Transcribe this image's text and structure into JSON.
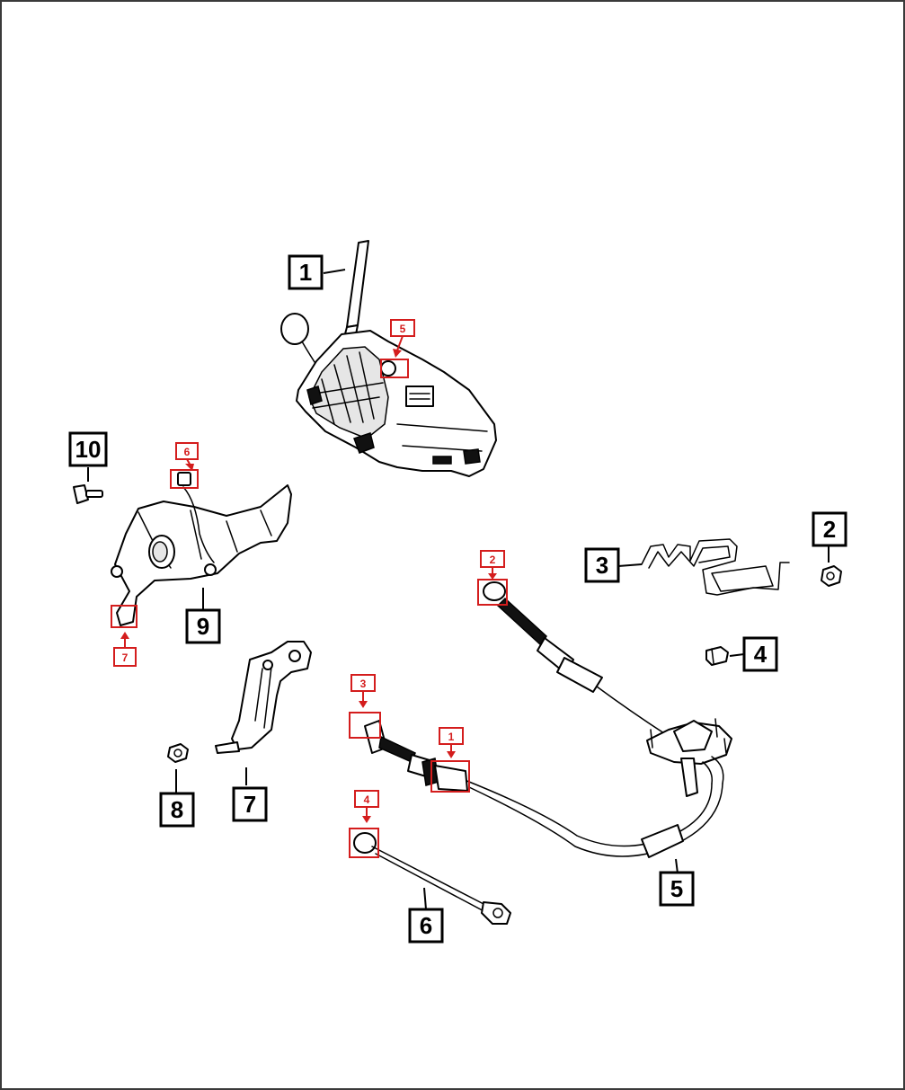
{
  "diagram": {
    "callouts": [
      {
        "id": "c1",
        "label": "1"
      },
      {
        "id": "c2",
        "label": "2"
      },
      {
        "id": "c3",
        "label": "3"
      },
      {
        "id": "c4",
        "label": "4"
      },
      {
        "id": "c5",
        "label": "5"
      },
      {
        "id": "c6",
        "label": "6"
      },
      {
        "id": "c7",
        "label": "7"
      },
      {
        "id": "c8",
        "label": "8"
      },
      {
        "id": "c9",
        "label": "9"
      },
      {
        "id": "c10",
        "label": "10"
      }
    ],
    "markers": [
      {
        "id": "m1",
        "label": "1"
      },
      {
        "id": "m2",
        "label": "2"
      },
      {
        "id": "m3",
        "label": "3"
      },
      {
        "id": "m4",
        "label": "4"
      },
      {
        "id": "m5",
        "label": "5"
      },
      {
        "id": "m6",
        "label": "6"
      },
      {
        "id": "m7",
        "label": "7"
      }
    ],
    "colors": {
      "marker": "#d41d1d",
      "line": "#000000",
      "background": "#ffffff"
    }
  }
}
